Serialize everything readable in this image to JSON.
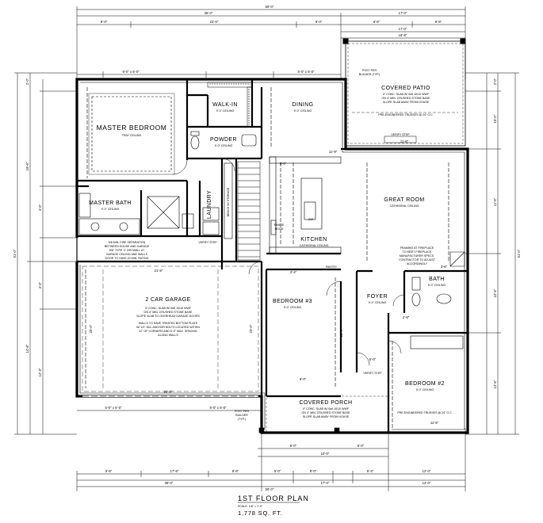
{
  "title": "1ST FLOOR PLAN",
  "scale": "SCALE: 1/8\" = 1'-0\"",
  "area": "1,778 SQ. FT.",
  "rooms": {
    "master_bedroom": {
      "name": "MASTER BEDROOM",
      "ceiling": "TRAY CEILING"
    },
    "walk_in": {
      "name": "WALK-IN",
      "ceiling": "9'-0\" CEILING"
    },
    "powder": {
      "name": "POWDER",
      "ceiling": "9'-0\" CEILING"
    },
    "dining": {
      "name": "DINING",
      "ceiling": "9'-0\" CEILING"
    },
    "covered_patio": {
      "name": "COVERED PATIO",
      "notes": [
        "4\" CONC. SLAB W/ 6x6 10/10 WWF",
        "ON 4\" MIN. CRUSHED STONE BASE",
        "SLOPE SLAB AWAY FROM HOUSE"
      ]
    },
    "master_bath": {
      "name": "MASTER BATH",
      "ceiling": "9'-0\" CEILING"
    },
    "laundry": {
      "name": "LAUNDRY"
    },
    "kitchen": {
      "name": "KITCHEN",
      "ceiling": "CATHEDRAL CEILING"
    },
    "great_room": {
      "name": "GREAT ROOM",
      "ceiling": "CATHEDRAL CEILING"
    },
    "garage": {
      "name": "2 CAR GARAGE",
      "notes": [
        "4\" CONC. SLAB W/ 6x6 10/10 WWF",
        "ON 4\" MIN. CRUSHED STONE BASE",
        "SLOPE SLAB TO OVERHEAD GARAGE DOORS",
        "WALLS TO HAVE TREATED BOTTOM PLATE",
        "W/ 1/2\" DIA. ANCHOR BOLTS LOCATED WITHIN",
        "12\" OF CORNERS AND 6'-0\" MAX. SPACING",
        "ALONG WALLS"
      ]
    },
    "bedroom3": {
      "name": "BEDROOM #3",
      "ceiling": "9'-0\" CEILING"
    },
    "foyer": {
      "name": "FOYER",
      "ceiling": "9'-0\" CEILING"
    },
    "bath": {
      "name": "BATH",
      "ceiling": "9'-0\" CEILING"
    },
    "bedroom2": {
      "name": "BEDROOM #2",
      "ceiling": "9'-0\" CEILING"
    },
    "covered_porch": {
      "name": "COVERED PORCH",
      "notes": [
        "4\" CONC. SLAB W/ 6x6 10/10 WWF",
        "ON 4\" MIN. CRUSHED STONE BASE",
        "SLOPE SLAB AWAY FROM HOUSE"
      ]
    }
  },
  "notes": {
    "separation": [
      "5/8 MIN. FIRE SEPARATION",
      "BETWEEN HOUSE AND GARAGE",
      "5/8\" TYPE 'X' DRYWALL AT",
      "GARAGE CEILING AND WALLS",
      "DOOR TO HAVE 20 MIN. RATING"
    ],
    "fireplace": [
      "FRAMING AT FIREPLACE",
      "TO MEET FIREPLACE",
      "MANUFACTURER SPECS.",
      "CONTRACTOR TO ADJUST",
      "ACCORDINGLY"
    ],
    "post_top": [
      "POST PER",
      "BUILDER (TYP.)"
    ],
    "post_bottom": [
      "POST PER",
      "BUILDER",
      "(TYP.)"
    ],
    "trusses": "PRE-ENGINEERED TRUSSES @ 24\" O.C.",
    "verify_step": "VERIFY STEP",
    "pantry": "PANTRY",
    "range": [
      "RANGE",
      "HOOD"
    ],
    "bench": "BENCH W/ STORAGE",
    "dw": "DW"
  },
  "dims": {
    "top_overall": "59'-0\"",
    "top_main": "38'-0\"",
    "top_right": "17'-0\"",
    "top_seg": [
      "8'-0\"",
      "23'-0\"",
      "6'-0\"",
      "6'-6\"",
      "8'-6\""
    ],
    "top_patio": [
      "17'-0\"",
      "16'-8\""
    ],
    "top_inner": [
      "9'-0\" x 5'-0\"",
      "5'-0\" x 5'-0\""
    ],
    "bottom_overall": "59'-0\"",
    "bottom_main": [
      "38'-0\"",
      "17'-0\"",
      "12'-0\""
    ],
    "bottom_seg": [
      "6'-6\"",
      "17'-6\"",
      "8'-6\"",
      "5'-0\"",
      "8'-0\"",
      "5'-4\"",
      "12'-0\""
    ],
    "porch": [
      "5'-0\" x 5'-0\"",
      "5'-0\" x 5'-0\"",
      "5'-0\"",
      "5'-0\"",
      "10'-0\""
    ],
    "garage": [
      "21'-8\"",
      "20'-0\"",
      "20'-0\"",
      "23'-0\""
    ],
    "left_overall": "51'-0\"",
    "left_seg": [
      "2'-0\"",
      "19'-6\"",
      "4'-0\"",
      "14'-8\"",
      "4'-0\"",
      "12'-3\""
    ],
    "right_overall": "51'-0\"",
    "right_seg": [
      "2'-0\"",
      "15'-0\"",
      "11'-6\"",
      "10'-6\"",
      "14'-6\""
    ],
    "misc": [
      "11'-6\"",
      "11'-9\"",
      "6'-0\"",
      "9'-0\"",
      "5'-0\"",
      "3'-6\"",
      "2'-8\"",
      "2'-4\"",
      "12'-6\"",
      "11'-5\""
    ]
  }
}
